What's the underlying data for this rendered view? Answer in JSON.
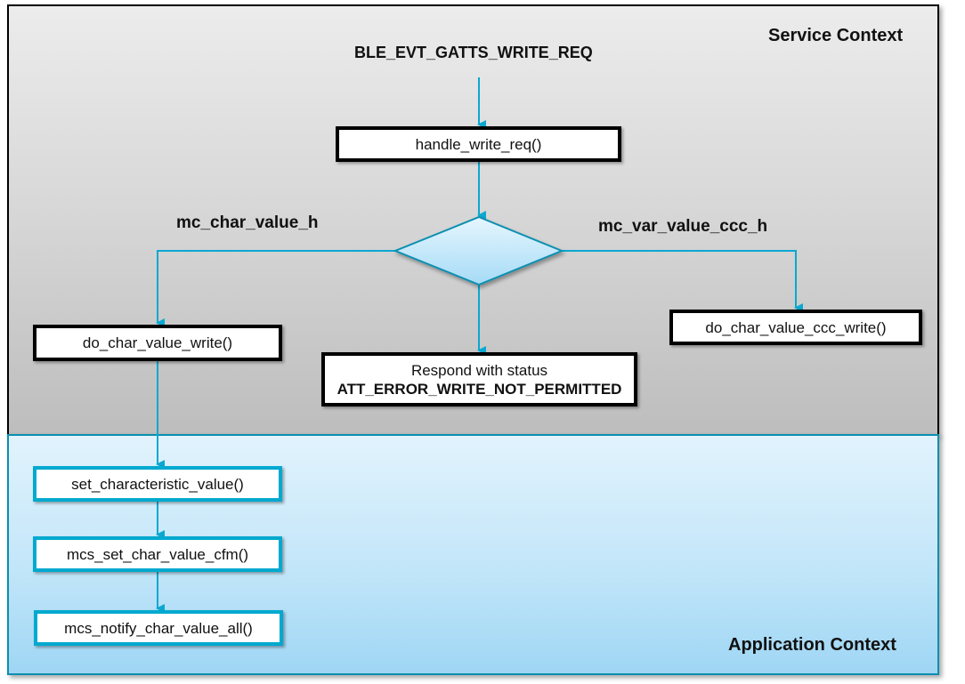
{
  "contexts": {
    "service": {
      "title": "Service Context"
    },
    "application": {
      "title": "Application Context"
    }
  },
  "event": {
    "label": "BLE_EVT_GATTS_WRITE_REQ"
  },
  "nodes": {
    "handle_write_req": "handle_write_req()",
    "decision": {
      "left_branch": "mc_char_value_h",
      "right_branch": "mc_var_value_ccc_h"
    },
    "do_char_value_write": "do_char_value_write()",
    "do_char_value_ccc_write": "do_char_value_ccc_write()",
    "respond": {
      "line1": "Respond with status",
      "line2": "ATT_ERROR_WRITE_NOT_PERMITTED"
    },
    "set_characteristic_value": "set_characteristic_value()",
    "mcs_set_char_value_cfm": "mcs_set_char_value_cfm()",
    "mcs_notify_char_value_all": "mcs_notify_char_value_all()"
  },
  "colors": {
    "connector": "#0aa8d0",
    "service_border": "#000000",
    "application_border": "#0a8fb0"
  }
}
